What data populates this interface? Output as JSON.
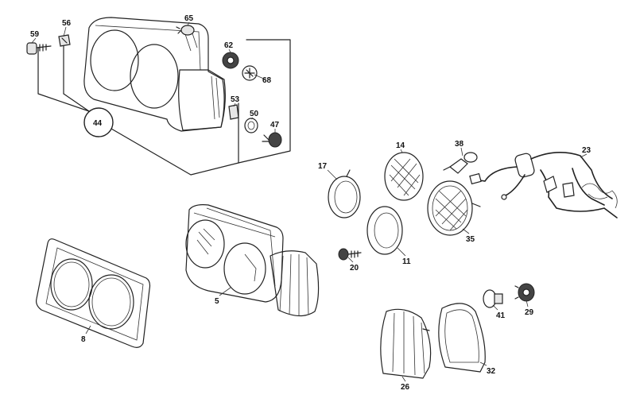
{
  "diagram": {
    "callouts": {
      "c59": "59",
      "c56": "56",
      "c65": "65",
      "c62": "62",
      "c68": "68",
      "c53": "53",
      "c50": "50",
      "c47": "47",
      "c44": "44",
      "c14": "14",
      "c38": "38",
      "c23": "23",
      "c17": "17",
      "c35": "35",
      "c20": "20",
      "c11": "11",
      "c5": "5",
      "c8": "8",
      "c41": "41",
      "c29": "29",
      "c26": "26",
      "c32": "32"
    }
  }
}
